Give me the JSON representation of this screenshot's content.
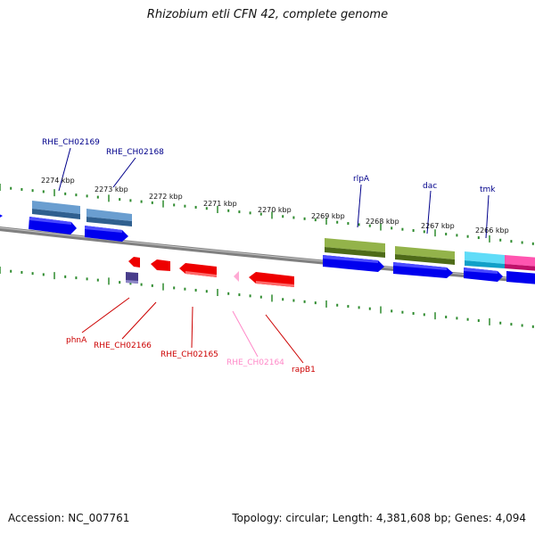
{
  "title": "Rhizobium etli CFN 42, complete genome",
  "accession": "Accession: NC_007761",
  "summary": "Topology: circular; Length: 4,381,608 bp; Genes: 4,094",
  "colors": {
    "backbone": "#808080",
    "tick": "#2e8b2e",
    "forward_label": "#00008b",
    "reverse_label": "#cc0000",
    "pseudo_label": "#ff88c8"
  },
  "scale_labels": [
    {
      "text": "2274 kbp"
    },
    {
      "text": "2273 kbp"
    },
    {
      "text": "2272 kbp"
    },
    {
      "text": "2271 kbp"
    },
    {
      "text": "2270 kbp"
    },
    {
      "text": "2269 kbp"
    },
    {
      "text": "2268 kbp"
    },
    {
      "text": "2267 kbp"
    },
    {
      "text": "2266 kbp"
    }
  ],
  "forward_gene_labels": [
    {
      "text": "RHE_CH02169"
    },
    {
      "text": "RHE_CH02168"
    },
    {
      "text": "rlpA"
    },
    {
      "text": "dac"
    },
    {
      "text": "tmk"
    }
  ],
  "reverse_gene_labels": [
    {
      "text": "phnA"
    },
    {
      "text": "RHE_CH02166"
    },
    {
      "text": "RHE_CH02165"
    },
    {
      "text": "RHE_CH02164",
      "pseudo": true
    },
    {
      "text": "rapB1"
    }
  ],
  "features": [
    {
      "name": "cog-bar-1",
      "color": "#4682b4"
    },
    {
      "name": "cog-bar-2",
      "color": "#4682b4"
    },
    {
      "name": "cog-bar-rlpA",
      "color": "#6b8e23"
    },
    {
      "name": "cog-bar-dac",
      "color": "#6b8e23"
    },
    {
      "name": "cog-bar-tmk-a",
      "color": "#1ec8f0"
    },
    {
      "name": "cog-bar-tmk-b",
      "color": "#ff1493"
    },
    {
      "name": "gene-arrow-fwd",
      "color": "#0000ff"
    },
    {
      "name": "gene-arrow-rev",
      "color": "#ff0000"
    },
    {
      "name": "gene-arrow-pseudo",
      "color": "#ffb0d8"
    },
    {
      "name": "cog-bar-rev",
      "color": "#483d8b"
    }
  ]
}
